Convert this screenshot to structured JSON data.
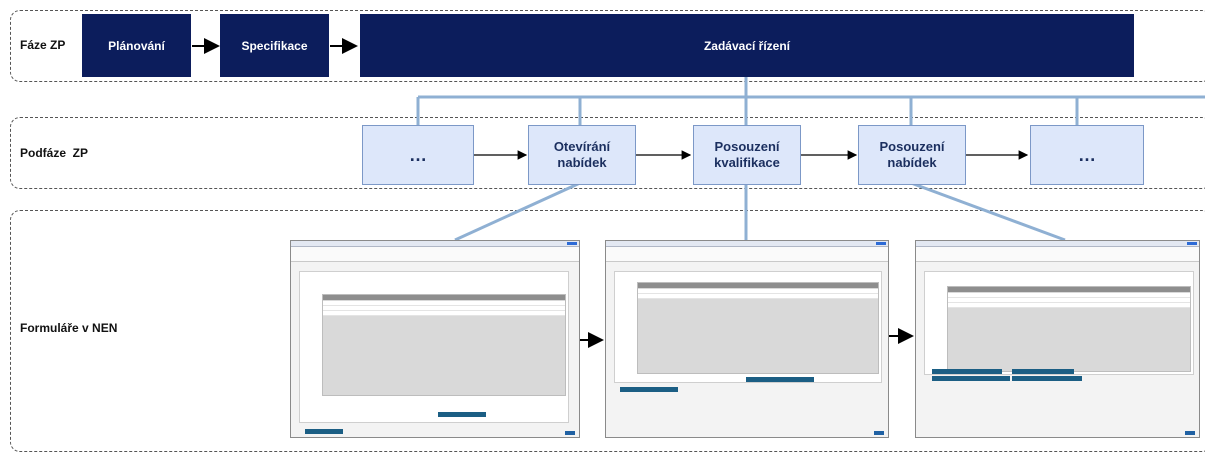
{
  "rows": {
    "phase_label": "Fáze ZP",
    "subphase_label": "Podfáze  ZP",
    "forms_label": "Formuláře v NEN"
  },
  "phases": [
    {
      "label": "Plánování"
    },
    {
      "label": "Specifikace"
    },
    {
      "label": "Zadávací řízení"
    }
  ],
  "subphases": [
    {
      "label": "…"
    },
    {
      "label": "Otevírání\nnabídek"
    },
    {
      "label": "Posouzení\nkvalifikace"
    },
    {
      "label": "Posouzení\nnabídek"
    },
    {
      "label": "…"
    }
  ],
  "colors": {
    "phase_bg": "#0c1d5c",
    "subphase_bg": "#dde7fa",
    "subphase_border": "#7c98c7",
    "connector": "#8fb0d3"
  },
  "form_screenshots": [
    {
      "title": "Otevírání nabídek"
    },
    {
      "title": "Posouzení kvalifikace"
    },
    {
      "title": "Posouzení nabídek"
    }
  ]
}
